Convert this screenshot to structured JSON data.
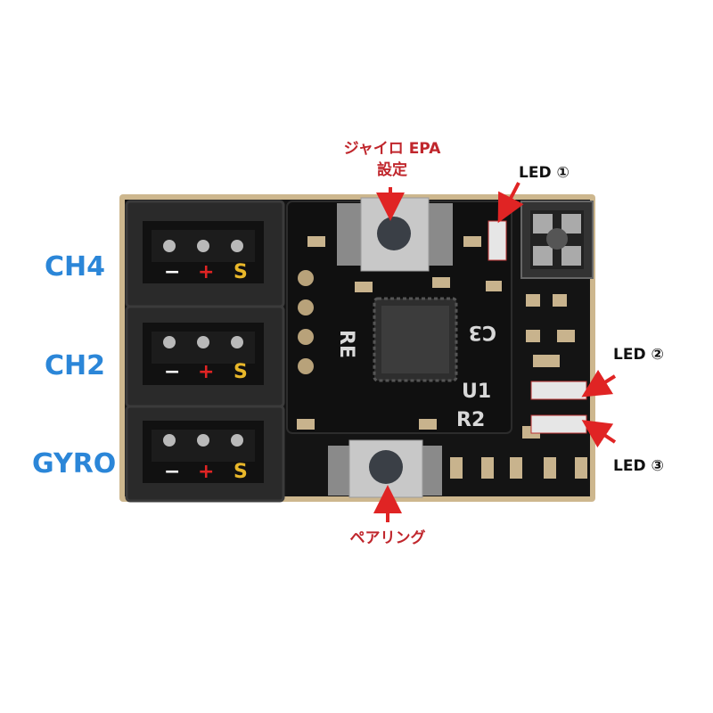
{
  "channel_labels": [
    "CH4",
    "CH2",
    "GYRO"
  ],
  "pin_labels": [
    "−",
    "+",
    "S"
  ],
  "callouts": {
    "gyro_epa": "ジャイロ EPA\n設定",
    "pairing": "ペアリング",
    "led1": "LED ①",
    "led2": "LED ②",
    "led3": "LED ③"
  },
  "silkscreen": {
    "r2": "R2",
    "u1": "U1",
    "c3": "C3",
    "r3": "RE"
  },
  "colors": {
    "channel_text": "#2b86d8",
    "callout_text": "#c0262c",
    "arrow": "#e02424",
    "pin_minus": "#ffffff",
    "pin_plus": "#e02424",
    "pin_signal": "#e8b72a",
    "board": "#141414",
    "board_edge": "#cdb78e"
  }
}
